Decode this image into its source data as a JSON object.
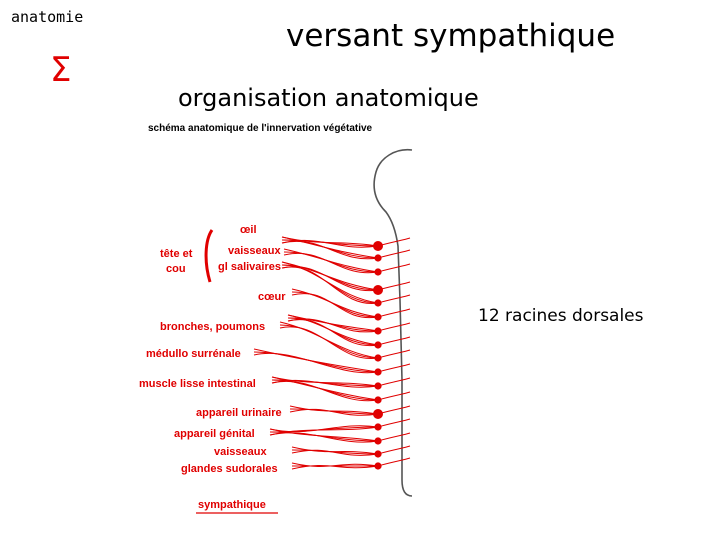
{
  "header": {
    "corner_label": "anatomie",
    "symbol": "Σ",
    "title": "versant sympathique",
    "subtitle": "organisation anatomique"
  },
  "diagram": {
    "caption": "schéma anatomique de l'innervation végétative",
    "labels": {
      "tete_et": "tête et",
      "cou": "cou",
      "oeil": "œil",
      "vaisseaux": "vaisseaux",
      "gl_salivaires": "gl salivaires",
      "coeur": "cœur",
      "bronches": "bronches, poumons",
      "medullo": "médullo surrénale",
      "muscle": "muscle lisse intestinal",
      "urinaire": "appareil urinaire",
      "genital": "appareil génital",
      "vaisseaux2": "vaisseaux",
      "glandes": "glandes sudorales",
      "sympathique": "sympathique"
    },
    "note": "12 racines dorsales",
    "colors": {
      "nerve": "#e00000",
      "outline": "#444444"
    }
  }
}
